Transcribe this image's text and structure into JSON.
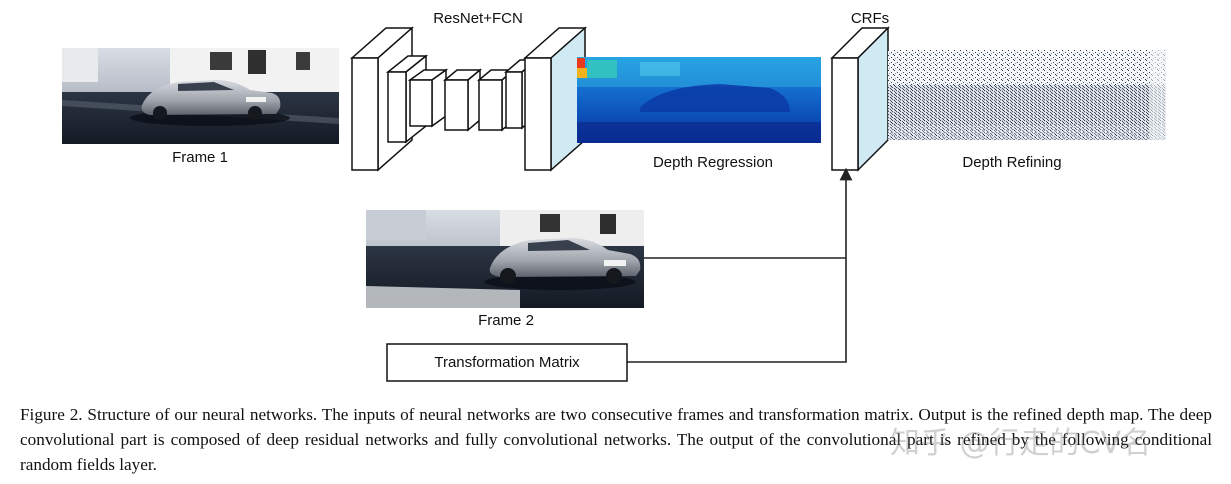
{
  "figure": {
    "labels": {
      "resnet_fcn": "ResNet+FCN",
      "crfs": "CRFs",
      "frame1": "Frame 1",
      "frame2": "Frame 2",
      "depth_regression": "Depth Regression",
      "depth_refining": "Depth Refining",
      "transformation_matrix": "Transformation Matrix"
    }
  },
  "caption": {
    "text": "Figure 2. Structure of our neural networks. The inputs of neural networks are two consecutive frames and transformation matrix. Output is the refined depth map. The deep convolutional part is composed of deep residual networks and fully convolutional networks. The output of the convolutional part is refined by the following conditional random fields layer."
  },
  "watermark": {
    "text": "知乎 @行走的CV名"
  }
}
